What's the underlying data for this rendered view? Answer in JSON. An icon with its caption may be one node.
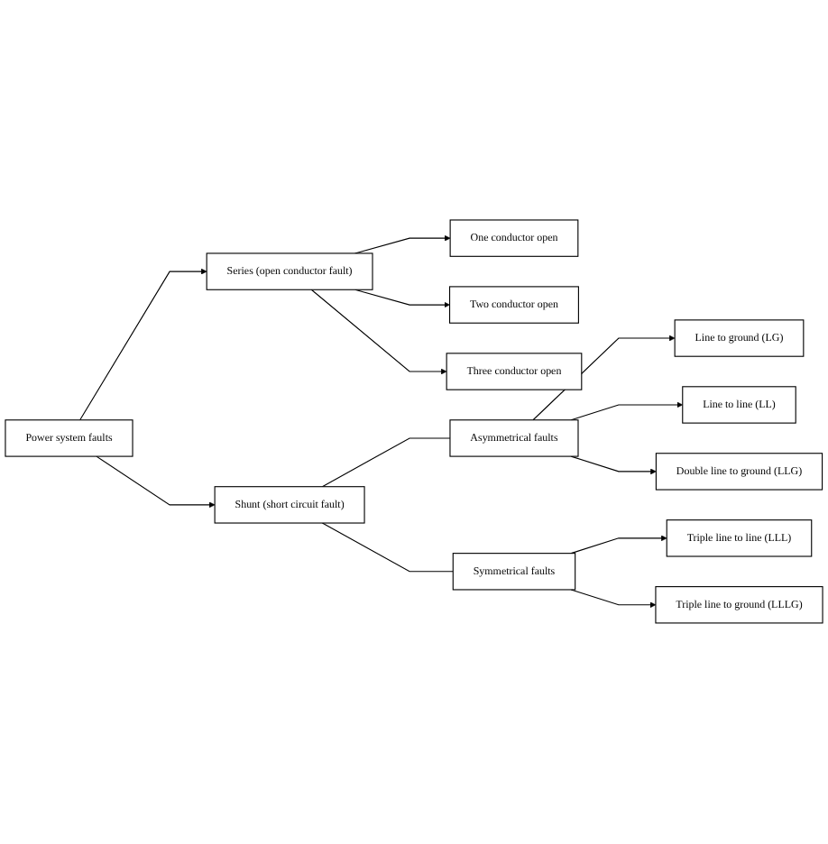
{
  "diagram": {
    "nodes": [
      {
        "text": [
          "Power system faults"
        ]
      },
      {
        "text": [
          "Series (open conductor fault)"
        ]
      },
      {
        "text": [
          "One conductor open"
        ]
      },
      {
        "text": [
          "Two conductor open"
        ]
      },
      {
        "text": [
          "Three conductor open"
        ]
      },
      {
        "text": [
          "Shunt (short circuit fault)"
        ]
      },
      {
        "text": [
          "Asymmetrical faults"
        ]
      },
      {
        "text": [
          "Line to ground (LG)"
        ]
      },
      {
        "text": [
          "Line to line (LL)"
        ]
      },
      {
        "text": [
          "Double line to ground (LLG)"
        ]
      },
      {
        "text": [
          "Symmetrical faults"
        ]
      },
      {
        "text": [
          "Triple line to line (LLL)"
        ]
      },
      {
        "text": [
          "Triple line to ground (LLLG)"
        ]
      }
    ],
    "edges": [
      {
        "from": 0,
        "to": 1,
        "arrow": "to"
      },
      {
        "from": 1,
        "to": 2,
        "arrow": "to"
      },
      {
        "from": 1,
        "to": 3,
        "arrow": "to"
      },
      {
        "from": 1,
        "to": 4,
        "arrow": "to"
      },
      {
        "from": 0,
        "to": 5,
        "arrow": "to"
      },
      {
        "from": 5,
        "to": 6,
        "arrow": "none"
      },
      {
        "from": 6,
        "to": 7,
        "arrow": "to"
      },
      {
        "from": 6,
        "to": 8,
        "arrow": "to"
      },
      {
        "from": 6,
        "to": 9,
        "arrow": "to"
      },
      {
        "from": 5,
        "to": 10,
        "arrow": "none"
      },
      {
        "from": 10,
        "to": 11,
        "arrow": "to"
      },
      {
        "from": 10,
        "to": 12,
        "arrow": "to"
      }
    ]
  }
}
